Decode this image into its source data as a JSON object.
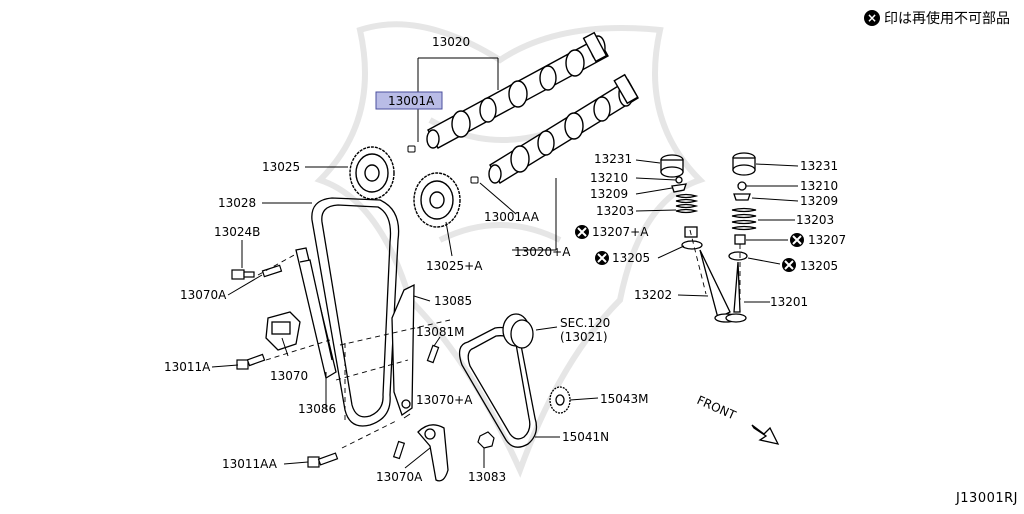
{
  "legend": {
    "mark_symbol": "×",
    "text": "印は再使用不可部品"
  },
  "diagram_id": "J13001RJ",
  "front_label": "FRONT",
  "colors": {
    "highlight_box": "#b9bce6",
    "highlight_border": "#4b4f9e",
    "line": "#000000",
    "watermark": "#e6e6e6"
  },
  "callouts": {
    "c13020": "13020",
    "c13001a": "13001A",
    "c13025": "13025",
    "c13028": "13028",
    "c13024b": "13024B",
    "c13070a_top": "13070A",
    "c13011a": "13011A",
    "c13070": "13070",
    "c13086": "13086",
    "c13011aa": "13011AA",
    "c13070a_bottom": "13070A",
    "c13083": "13083",
    "c13025a": "13025+A",
    "c13001aa": "13001AA",
    "c13020a": "13020+A",
    "c13085": "13085",
    "c13081m": "13081M",
    "c13070pa": "13070+A",
    "sec120_a": "SEC.120",
    "sec120_b": "(13021)",
    "c15043m": "15043M",
    "c15041n": "15041N",
    "c13231_l": "13231",
    "c13210_l": "13210",
    "c13209_l": "13209",
    "c13203_l": "13203",
    "c13207_l": "13207+A",
    "c13205_l": "13205",
    "c13202": "13202",
    "c13231_r": "13231",
    "c13210_r": "13210",
    "c13209_r": "13209",
    "c13203_r": "13203",
    "c13207_r": "13207",
    "c13205_r": "13205",
    "c13201": "13201"
  }
}
